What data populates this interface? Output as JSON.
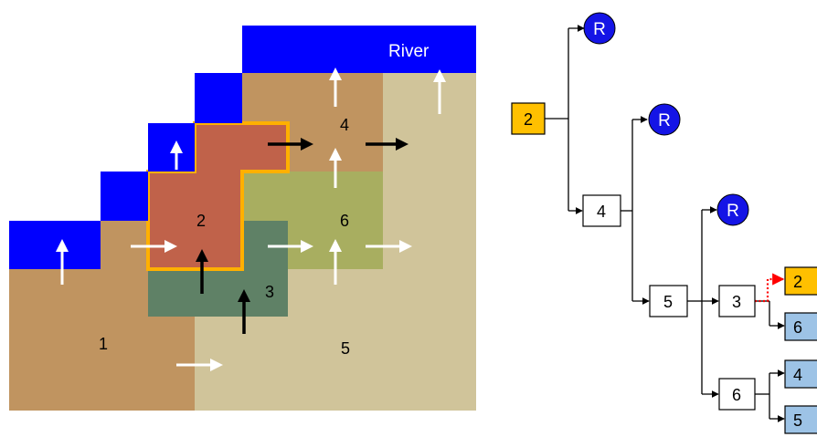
{
  "map": {
    "river_label": "River",
    "region_labels": {
      "r1": "1",
      "r2": "2",
      "r3": "3",
      "r4": "4",
      "r5": "5",
      "r6": "6"
    },
    "colors": {
      "river": "#0000ff",
      "region_1": "#c09460",
      "region_2": "#c0624a",
      "region_3": "#5f8166",
      "region_4": "#c09460",
      "region_5": "#d0c49a",
      "region_6": "#a8ae60",
      "highlight_outline": "#ffb000",
      "white_arrow": "#ffffff",
      "black_arrow": "#000000"
    }
  },
  "tree": {
    "outlet_label": "R",
    "nodes": {
      "root": "2",
      "n4": "4",
      "n5": "5",
      "n3": "3",
      "n6": "6",
      "leaf_2": "2",
      "leaf_6": "6",
      "leaf_4": "4",
      "leaf_5": "5"
    },
    "colors": {
      "outlet": "#1414e6",
      "root_fill": "#ffc000",
      "leaf_fill": "#9dc3e6",
      "node_fill": "#ffffff",
      "cycle_link": "#ff0000"
    }
  }
}
